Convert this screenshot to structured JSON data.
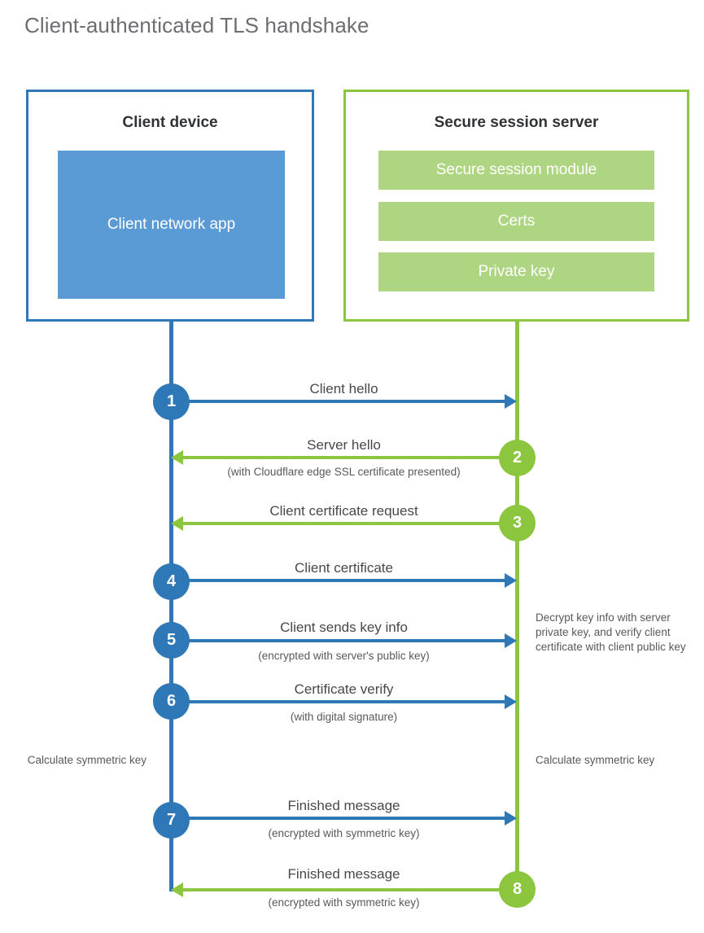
{
  "title": "Client-authenticated TLS handshake",
  "colors": {
    "client_accent": "#2e78b7",
    "client_fill": "#5b9bd5",
    "server_accent": "#8cc63e",
    "server_fill": "#aed581",
    "title_text": "#6d6e71",
    "body_text": "#46484b"
  },
  "actors": {
    "client": {
      "title": "Client device",
      "app_label": "Client network app"
    },
    "server": {
      "title": "Secure session server",
      "modules": [
        "Secure session module",
        "Certs",
        "Private key"
      ]
    }
  },
  "steps": [
    {
      "number": "1",
      "label": "Client hello",
      "sublabel": "",
      "direction": "client-to-server",
      "side": "client"
    },
    {
      "number": "2",
      "label": "Server hello",
      "sublabel": "(with Cloudflare edge SSL certificate presented)",
      "direction": "server-to-client",
      "side": "server"
    },
    {
      "number": "3",
      "label": "Client certificate request",
      "sublabel": "",
      "direction": "server-to-client",
      "side": "server"
    },
    {
      "number": "4",
      "label": "Client certificate",
      "sublabel": "",
      "direction": "client-to-server",
      "side": "client"
    },
    {
      "number": "5",
      "label": "Client sends key info",
      "sublabel": "(encrypted with server's public key)",
      "direction": "client-to-server",
      "side": "client"
    },
    {
      "number": "6",
      "label": "Certificate verify",
      "sublabel": "(with digital signature)",
      "direction": "client-to-server",
      "side": "client"
    },
    {
      "number": "7",
      "label": "Finished message",
      "sublabel": "(encrypted with symmetric key)",
      "direction": "client-to-server",
      "side": "client"
    },
    {
      "number": "8",
      "label": "Finished message",
      "sublabel": "(encrypted with symmetric key)",
      "direction": "server-to-client",
      "side": "server"
    }
  ],
  "notes": {
    "server_decrypt": "Decrypt key info with server private key, and verify client certificate with client public key",
    "client_calculate": "Calculate symmetric key",
    "server_calculate": "Calculate symmetric key"
  }
}
